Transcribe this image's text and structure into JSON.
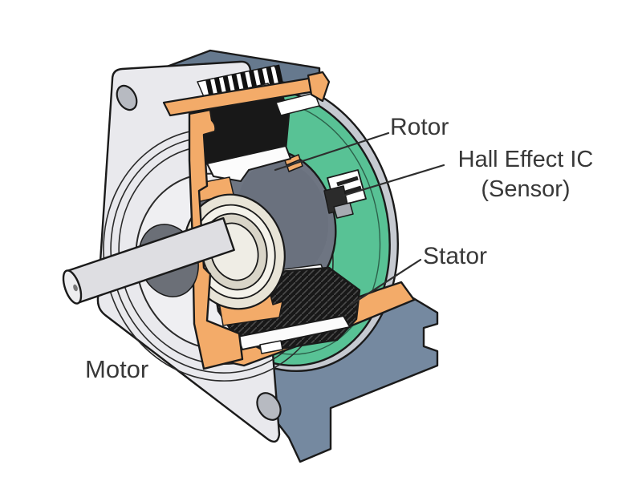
{
  "diagram": {
    "type": "motor-cutaway-illustration",
    "labels": {
      "rotor": "Rotor",
      "hall_line1": "Hall Effect IC",
      "hall_line2": "(Sensor)",
      "stator": "Stator",
      "motor": "Motor"
    },
    "colors": {
      "housing_top": "#66798E",
      "housing_side": "#7589A0",
      "cutaway_orange": "#F3AB69",
      "pcb_green": "#58C295",
      "can_rim_gray": "#C6CAD1",
      "rotor_gray": "#6E7582",
      "flange_gray": "#E9E9ED",
      "boss_gray": "#EFEFF2",
      "bearing_cream": "#E8E4D7",
      "winding_black": "#181818",
      "shaft_gray": "#DEDEE2",
      "hole_gray": "#B7BAC1",
      "shadow_gray": "#6B6F77",
      "line_dark": "#1A1A1A",
      "label_text": "#383838"
    }
  }
}
